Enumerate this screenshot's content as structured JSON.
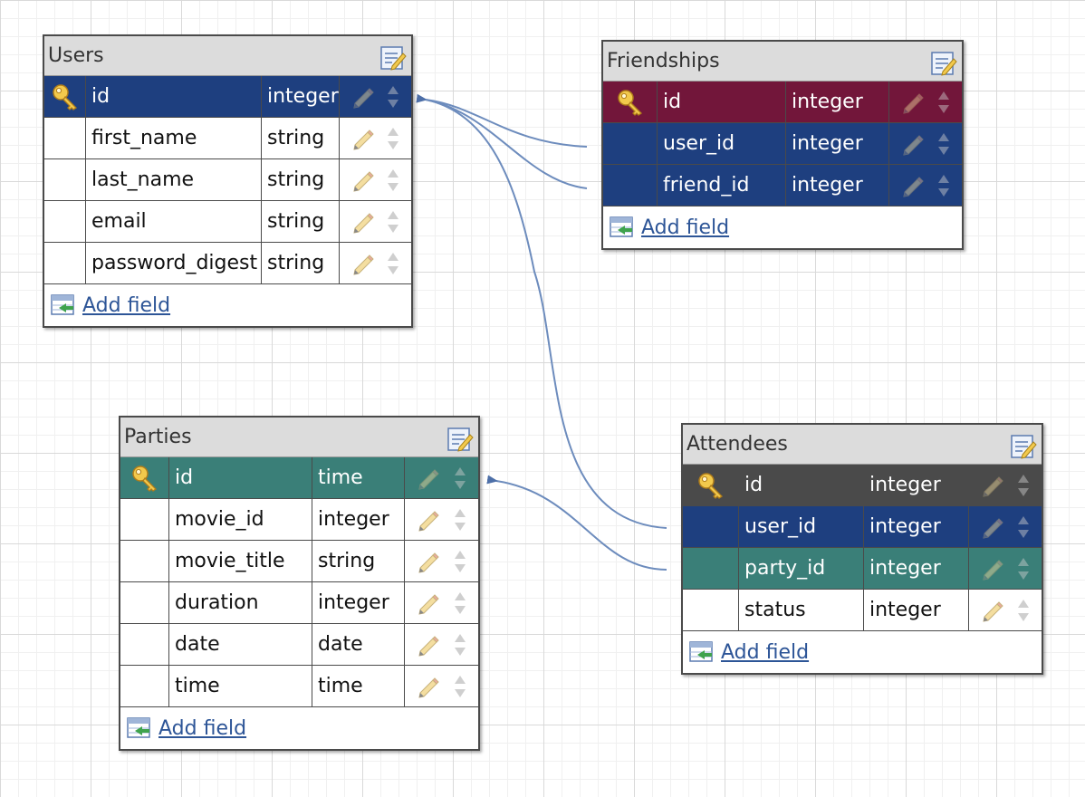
{
  "colors": {
    "primary_key_users": "#1e3f7f",
    "foreign_key_user": "#1e3f7f",
    "primary_key_friendships": "#72163a",
    "primary_key_parties": "#3a7f78",
    "foreign_key_party": "#3a7f78",
    "primary_key_attendees": "#4a4a4a",
    "connector": "#5b7bb0"
  },
  "add_field_label": "Add field",
  "icons": {
    "key": "key-icon",
    "edit_table": "edit-table-icon",
    "edit_field": "pencil-icon",
    "reorder": "up-down-arrows-icon",
    "add_field": "add-field-icon"
  },
  "tables": {
    "users": {
      "title": "Users",
      "fields": [
        {
          "name": "id",
          "type": "integer",
          "key": "primary"
        },
        {
          "name": "first_name",
          "type": "string"
        },
        {
          "name": "last_name",
          "type": "string"
        },
        {
          "name": "email",
          "type": "string"
        },
        {
          "name": "password_digest",
          "type": "string"
        }
      ]
    },
    "friendships": {
      "title": "Friendships",
      "fields": [
        {
          "name": "id",
          "type": "integer",
          "key": "primary"
        },
        {
          "name": "user_id",
          "type": "integer",
          "key": "foreign",
          "references": "Users.id"
        },
        {
          "name": "friend_id",
          "type": "integer",
          "key": "foreign",
          "references": "Users.id"
        }
      ]
    },
    "parties": {
      "title": "Parties",
      "fields": [
        {
          "name": "id",
          "type": "time",
          "key": "primary"
        },
        {
          "name": "movie_id",
          "type": "integer"
        },
        {
          "name": "movie_title",
          "type": "string"
        },
        {
          "name": "duration",
          "type": "integer"
        },
        {
          "name": "date",
          "type": "date"
        },
        {
          "name": "time",
          "type": "time"
        }
      ]
    },
    "attendees": {
      "title": "Attendees",
      "fields": [
        {
          "name": "id",
          "type": "integer",
          "key": "primary"
        },
        {
          "name": "user_id",
          "type": "integer",
          "key": "foreign",
          "references": "Users.id"
        },
        {
          "name": "party_id",
          "type": "integer",
          "key": "foreign",
          "references": "Parties.id"
        },
        {
          "name": "status",
          "type": "integer"
        }
      ]
    }
  },
  "relationships": [
    {
      "from": "Friendships.user_id",
      "to": "Users.id"
    },
    {
      "from": "Friendships.friend_id",
      "to": "Users.id"
    },
    {
      "from": "Attendees.user_id",
      "to": "Users.id"
    },
    {
      "from": "Attendees.party_id",
      "to": "Parties.id"
    }
  ]
}
